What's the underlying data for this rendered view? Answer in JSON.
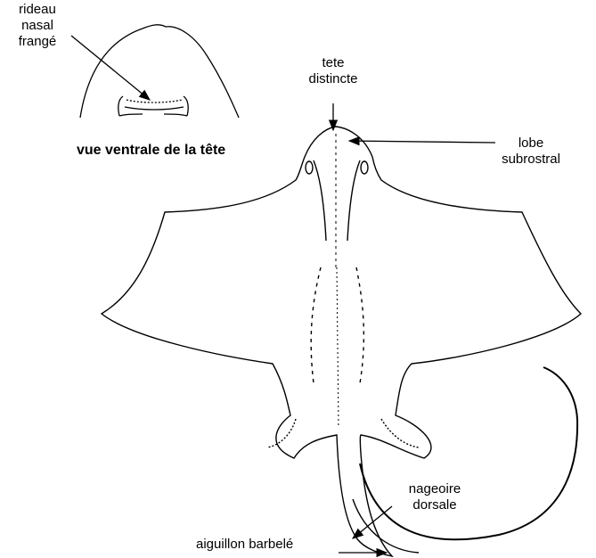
{
  "labels": {
    "nasal_curtain": [
      "rideau",
      "nasal",
      "frangé"
    ],
    "head_caption": "vue ventrale de la tête",
    "distinct_head": [
      "tete",
      "distincte"
    ],
    "subrostral_lobe": [
      "lobe",
      "subrostral"
    ],
    "dorsal_fin": [
      "nageoire",
      "dorsale"
    ],
    "barbed_spine": "aiguillon barbelé"
  }
}
